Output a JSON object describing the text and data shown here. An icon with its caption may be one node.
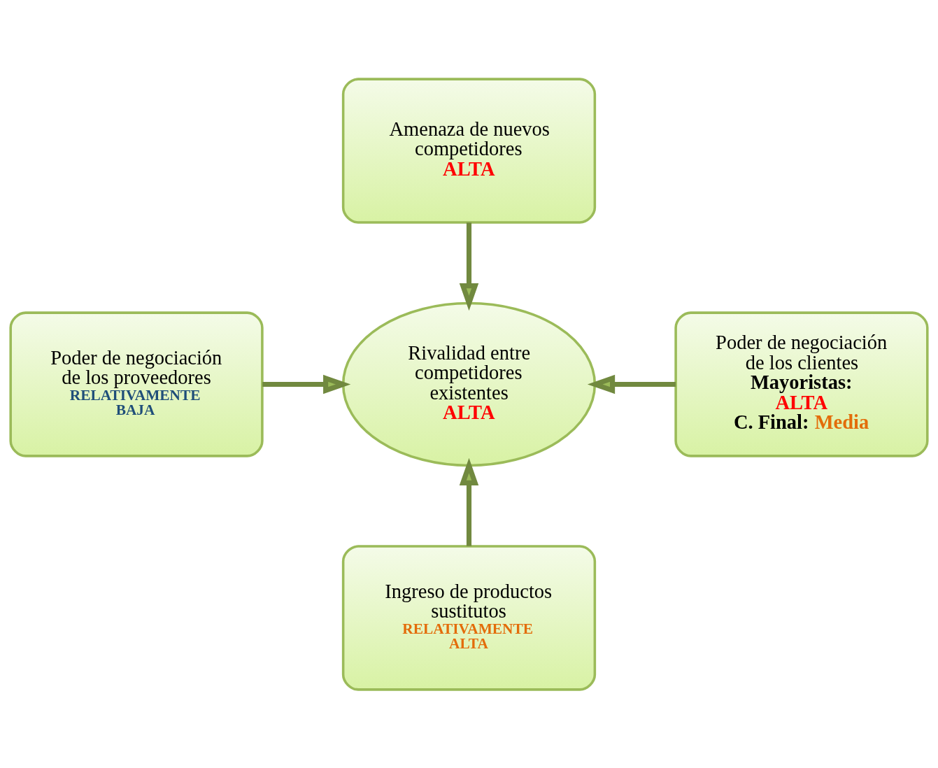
{
  "diagram": {
    "nodes": [
      {
        "text": [
          "Amenaza de nuevos competidores",
          "ALTA"
        ]
      },
      {
        "text": [
          "Poder de negociación de los proveedores",
          "RELATIVAMENTE",
          "BAJA"
        ]
      },
      {
        "text": [
          "Rivalidad entre competidores existentes",
          "ALTA"
        ]
      },
      {
        "text": [
          "Poder de negociación de los clientes",
          "Mayoristas:",
          "ALTA",
          "C. Final:",
          "Media"
        ]
      },
      {
        "text": [
          "Ingreso de productos sustitutos",
          "RELATIVAMENTE",
          "ALTA"
        ]
      }
    ],
    "edges": [
      {
        "from": 0,
        "to": 2,
        "arrow": "to"
      },
      {
        "from": 1,
        "to": 2,
        "arrow": "to"
      },
      {
        "from": 3,
        "to": 2,
        "arrow": "to"
      },
      {
        "from": 4,
        "to": 2,
        "arrow": "to"
      }
    ]
  }
}
